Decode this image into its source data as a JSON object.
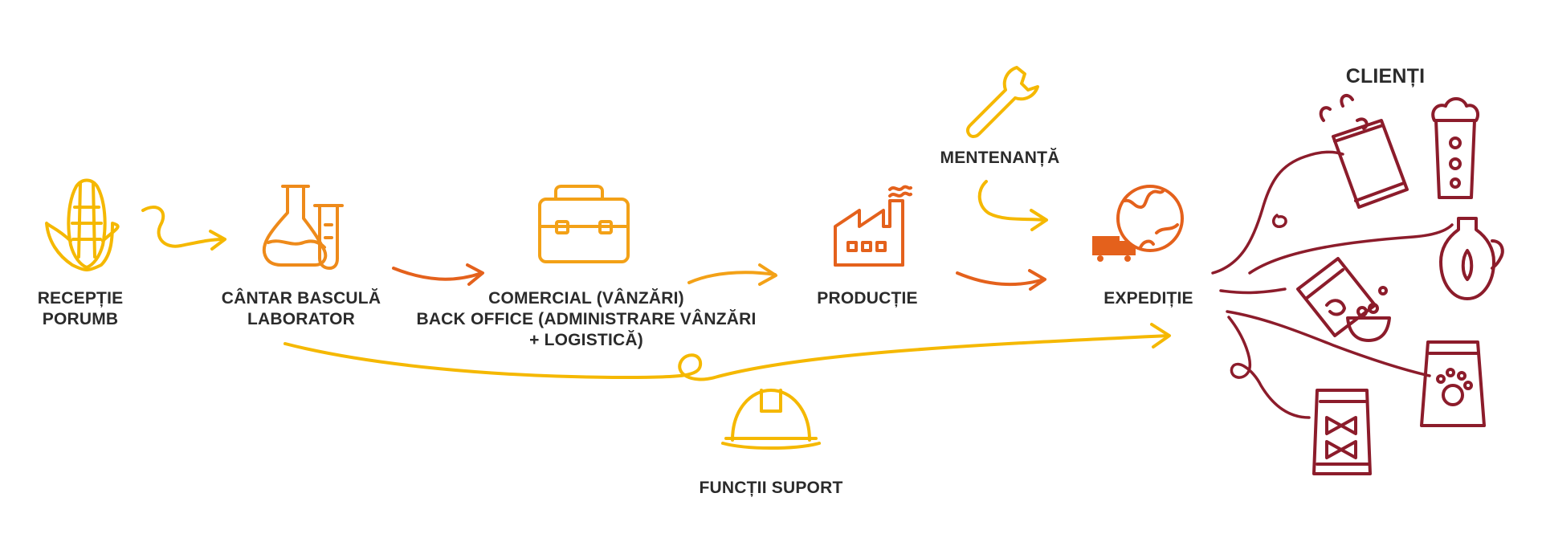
{
  "colors": {
    "yellow": "#F5B800",
    "gold": "#F3A117",
    "orange": "#EE8A1A",
    "deep_orange": "#E4611C",
    "maroon": "#8C1C2B",
    "text": "#2b2b2b"
  },
  "stages": [
    {
      "id": "receptie",
      "icon": "corn-icon",
      "lines": [
        "RECEPȚIE",
        "PORUMB"
      ]
    },
    {
      "id": "cantar",
      "icon": "flasks-icon",
      "lines": [
        "CÂNTAR BASCULĂ",
        "LABORATOR"
      ]
    },
    {
      "id": "comercial",
      "icon": "briefcase-icon",
      "lines": [
        "COMERCIAL (VÂNZĂRI)",
        "BACK OFFICE (ADMINISTRARE VÂNZĂRI",
        "+ LOGISTICĂ)"
      ]
    },
    {
      "id": "productie",
      "icon": "factory-icon",
      "lines": [
        "PRODUCȚIE"
      ]
    },
    {
      "id": "expeditie",
      "icon": "globe-truck-icon",
      "lines": [
        "EXPEDIȚIE"
      ]
    }
  ],
  "mentenanta": {
    "icon": "wrench-icon",
    "label": "MENTENANȚĂ"
  },
  "suport": {
    "icon": "hard-hat-icon",
    "label": "FUNCȚII SUPORT"
  },
  "clienti": {
    "title": "CLIENȚI",
    "icons": [
      "snack-bag-icon",
      "beer-glass-icon",
      "cereal-box-icon",
      "oil-bottle-icon",
      "pet-food-bag-icon",
      "pasta-bag-icon"
    ]
  }
}
